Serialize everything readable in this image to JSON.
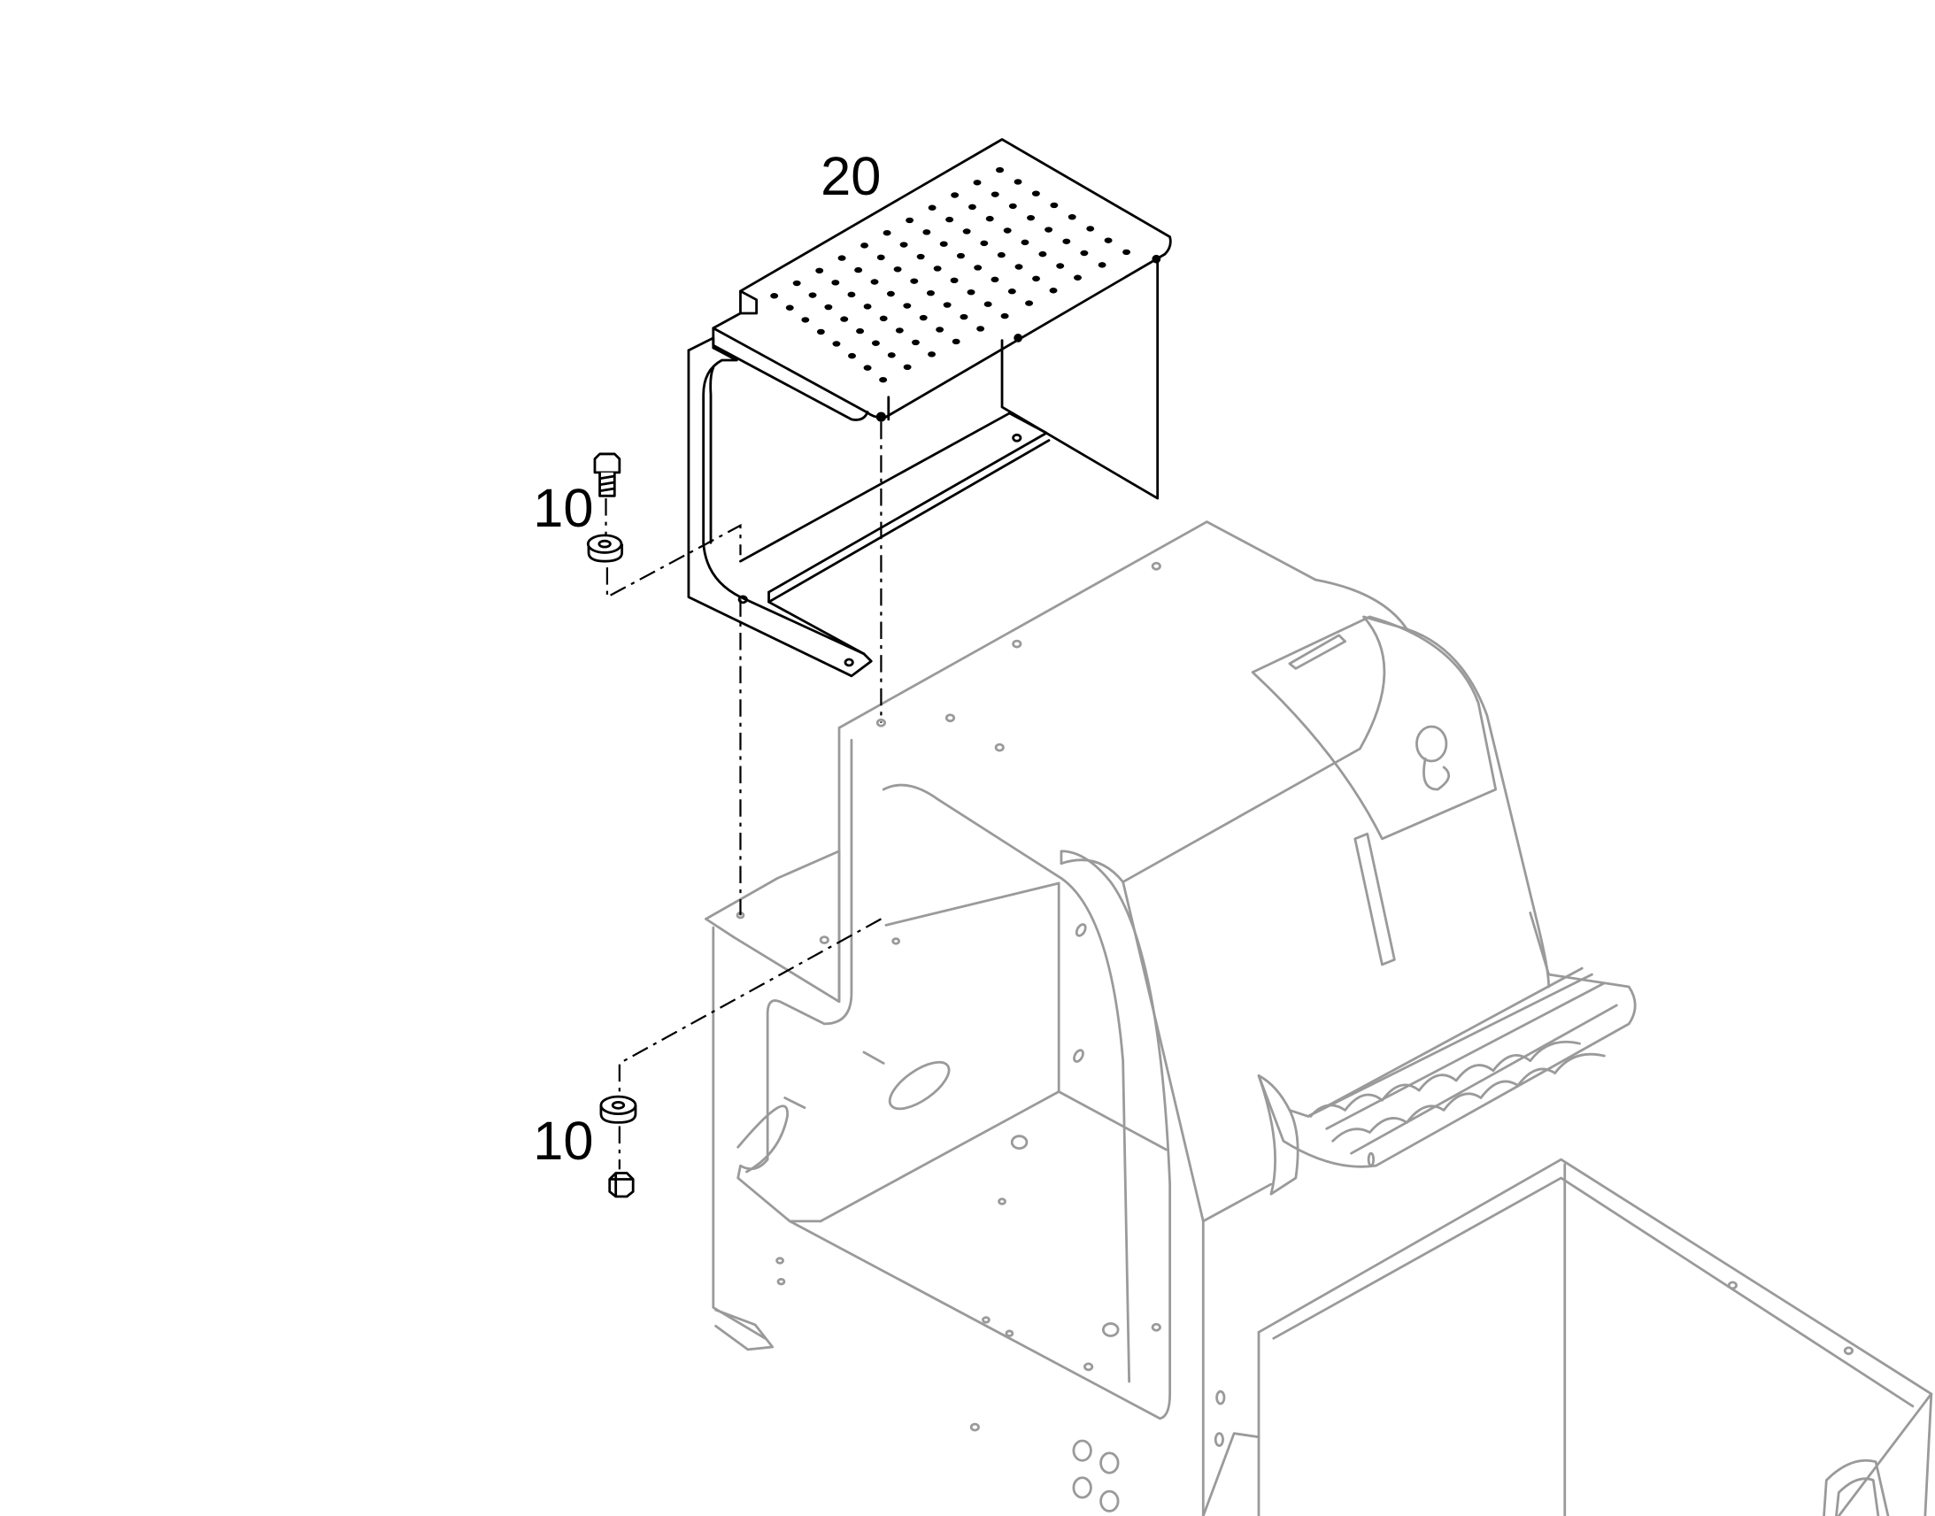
{
  "callouts": {
    "cover": "20",
    "bolt_kit_upper": "10",
    "bolt_kit_lower": "10"
  },
  "colors": {
    "part_stroke": "#000000",
    "context_stroke": "#9a9a9a",
    "background": "#ffffff"
  }
}
